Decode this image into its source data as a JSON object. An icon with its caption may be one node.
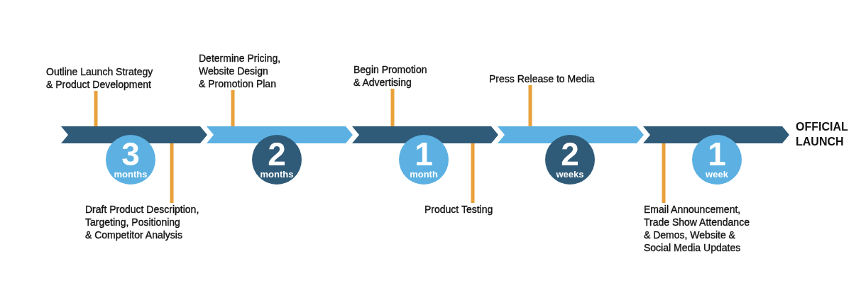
{
  "diagram": {
    "nodes": [
      {
        "text": [],
        "shape": "chevron"
      },
      {
        "text": [],
        "shape": "chevron"
      },
      {
        "text": [],
        "shape": "chevron"
      },
      {
        "text": [],
        "shape": "chevron"
      },
      {
        "text": [],
        "shape": "chevron"
      },
      {
        "text": [
          "3",
          "months"
        ]
      },
      {
        "text": [
          "2",
          "months"
        ]
      },
      {
        "text": [
          "1",
          "month"
        ]
      },
      {
        "text": [
          "2",
          "weeks"
        ]
      },
      {
        "text": [
          "1",
          "week"
        ]
      },
      {
        "text": [
          "Outline Launch Strategy & Product Development"
        ]
      },
      {
        "text": [
          "Draft Product Description, Targeting, Positioning & Competitor Analysis"
        ]
      },
      {
        "text": [
          "Determine Pricing, Website Design & Promotion Plan"
        ]
      },
      {
        "text": [
          "Begin Promotion & Advertising"
        ]
      },
      {
        "text": [
          "Product Testing"
        ]
      },
      {
        "text": [
          "Press Release to Media"
        ]
      },
      {
        "text": [
          "Email Announcement, Trade Show Attendance & Demos, Website & Social Media Updates"
        ]
      }
    ],
    "edges": [
      {
        "from": 10,
        "to": 0,
        "arrow": "none"
      },
      {
        "from": 11,
        "to": 0,
        "arrow": "none"
      },
      {
        "from": 12,
        "to": 1,
        "arrow": "none"
      },
      {
        "from": 13,
        "to": 2,
        "arrow": "none"
      },
      {
        "from": 14,
        "to": 2,
        "arrow": "none"
      },
      {
        "from": 15,
        "to": 3,
        "arrow": "none"
      },
      {
        "from": 16,
        "to": 4,
        "arrow": "none"
      }
    ],
    "labels": [
      "OFFICIAL LAUNCH"
    ]
  }
}
